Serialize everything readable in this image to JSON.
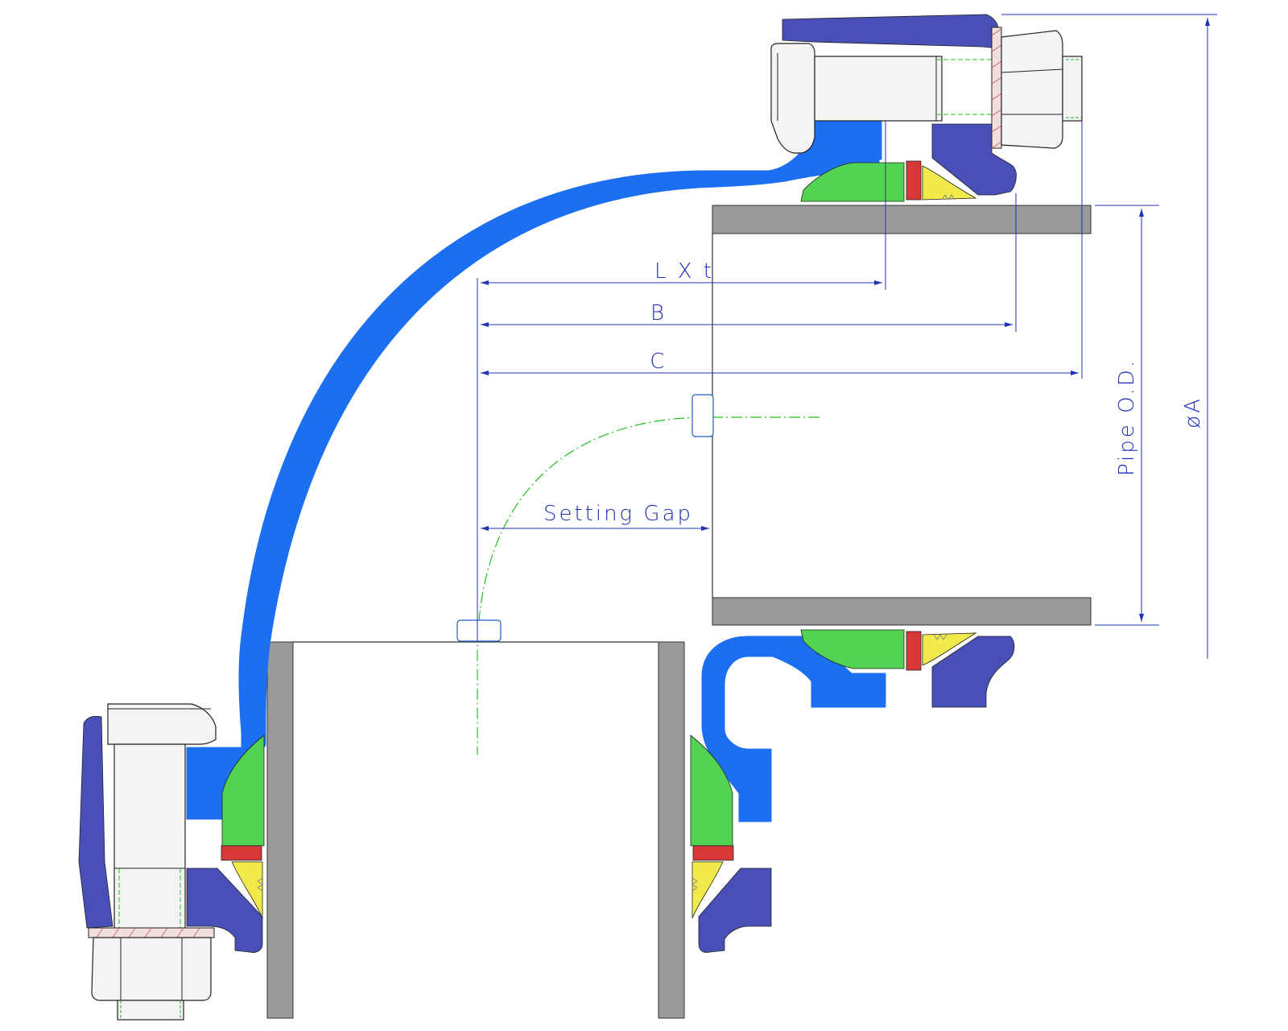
{
  "dimensions": {
    "lxt": "L X t",
    "b": "B",
    "c": "C",
    "setting_gap": "Setting Gap",
    "pipe_od": "Pipe O.D.",
    "dia_a": "øA"
  },
  "colors": {
    "coupling_body": "#1b6ff0",
    "gland_flange": "#4850b8",
    "gasket": "#52d452",
    "ring": "#d83838",
    "wedge": "#f2ea4a",
    "pipe_wall": "#9a9a9a",
    "bolt": "#f4f4f4",
    "dimension": "#2030b8",
    "centerline": "#22c022",
    "outline": "#222222"
  }
}
